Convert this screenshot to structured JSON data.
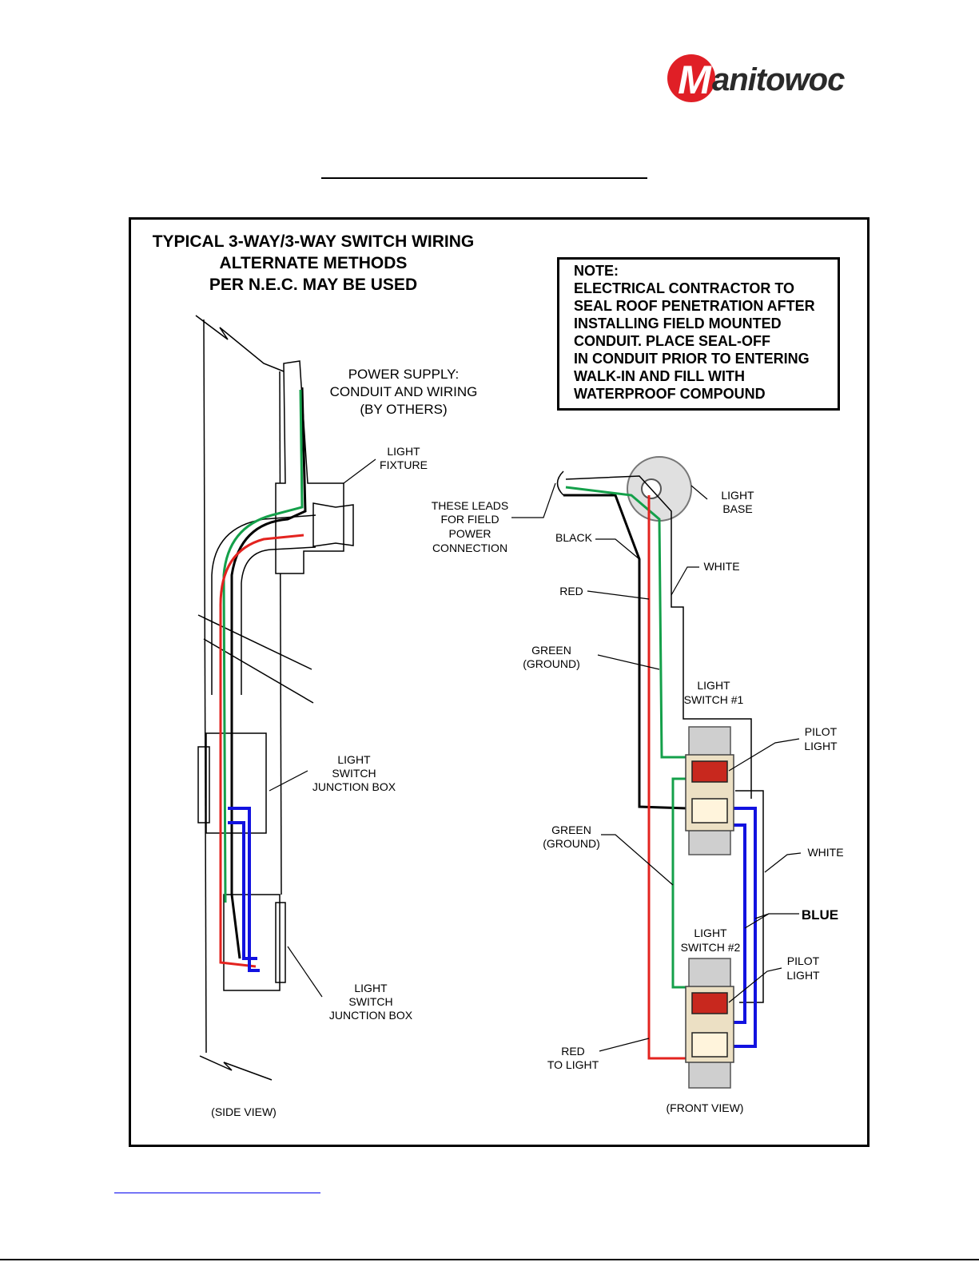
{
  "logo": {
    "text": "anitowoc",
    "mark": "M",
    "brand_color": "#e01f26"
  },
  "heading": [
    "TYPICAL 3-WAY/3-WAY SWITCH WIRING",
    "ALTERNATE METHODS",
    "PER N.E.C. MAY BE USED"
  ],
  "note": [
    "NOTE:",
    "ELECTRICAL CONTRACTOR TO",
    "SEAL ROOF PENETRATION AFTER",
    "INSTALLING FIELD MOUNTED",
    "CONDUIT.  PLACE SEAL-OFF",
    "IN CONDUIT PRIOR TO ENTERING",
    "WALK-IN AND FILL WITH",
    "WATERPROOF COMPOUND"
  ],
  "labels": {
    "power_supply": [
      "POWER SUPPLY:",
      "CONDUIT AND WIRING",
      "(BY OTHERS)"
    ],
    "light_fixture": [
      "LIGHT",
      "FIXTURE"
    ],
    "junction_box_1": [
      "LIGHT",
      "SWITCH",
      "JUNCTION BOX"
    ],
    "junction_box_2": [
      "LIGHT",
      "SWITCH",
      "JUNCTION BOX"
    ],
    "side_view": "(SIDE VIEW)",
    "field_leads": [
      "THESE LEADS",
      "FOR FIELD",
      "POWER",
      "CONNECTION"
    ],
    "light_base": [
      "LIGHT",
      "BASE"
    ],
    "black": "BLACK",
    "white_top": "WHITE",
    "red_top": "RED",
    "green_top": [
      "GREEN",
      "(GROUND)"
    ],
    "switch_1": [
      "LIGHT",
      "SWITCH #1"
    ],
    "pilot_1": [
      "PILOT",
      "LIGHT"
    ],
    "green_mid": [
      "GREEN",
      "(GROUND)"
    ],
    "white_mid": "WHITE",
    "blue": "BLUE",
    "switch_2": [
      "LIGHT",
      "SWITCH #2"
    ],
    "pilot_2": [
      "PILOT",
      "LIGHT"
    ],
    "red_bottom": [
      "RED",
      "TO LIGHT"
    ],
    "front_view": "(FRONT VIEW)"
  },
  "wire_colors": {
    "black": "#000000",
    "red": "#e3231f",
    "green": "#14a04a",
    "blue": "#1212e0",
    "white": "#ffffff"
  }
}
